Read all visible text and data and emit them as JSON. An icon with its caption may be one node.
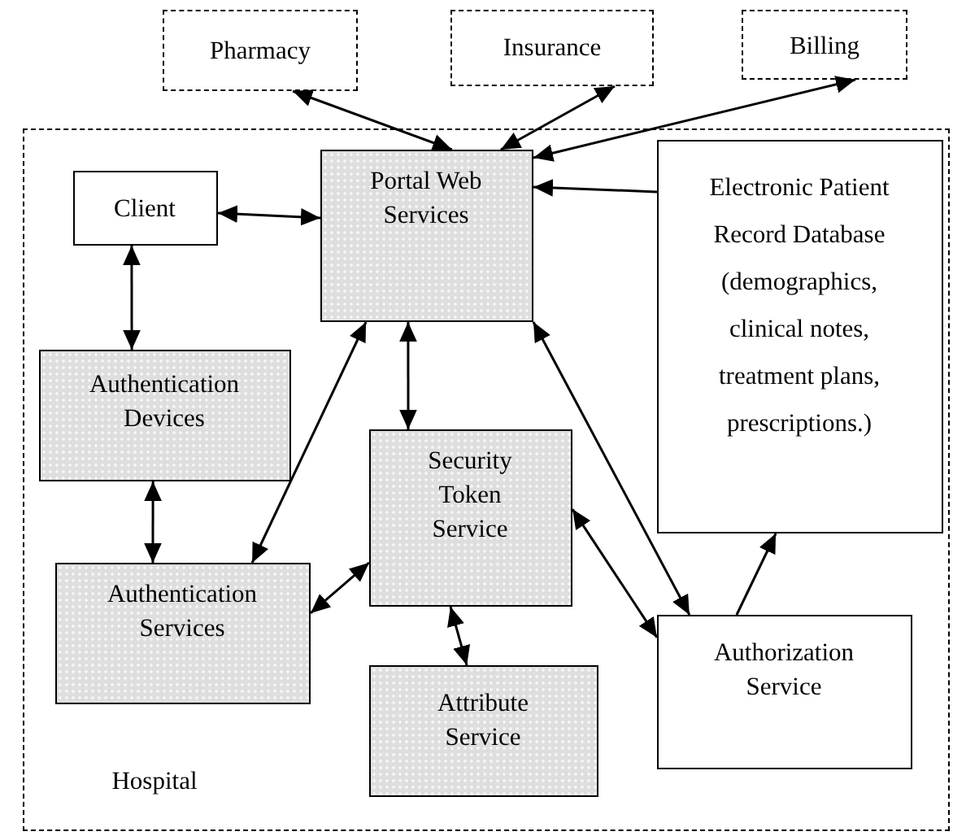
{
  "diagram": {
    "nodes": [
      {
        "text": [
          "Pharmacy"
        ]
      },
      {
        "text": [
          "Insurance"
        ]
      },
      {
        "text": [
          "Billing"
        ]
      },
      {
        "text": [
          "Hospital"
        ]
      },
      {
        "text": [
          "Client"
        ],
        "in": 3
      },
      {
        "text": [
          "Portal Web Services"
        ],
        "in": 3
      },
      {
        "text": [
          "Electronic Patient Record Database (demographics, clinical notes, treatment plans, prescriptions.)"
        ],
        "in": 3
      },
      {
        "text": [
          "Authentication Devices"
        ],
        "in": 3
      },
      {
        "text": [
          "Security Token Service"
        ],
        "in": 3
      },
      {
        "text": [
          "Authentication Services"
        ],
        "in": 3
      },
      {
        "text": [
          "Authorization Service"
        ],
        "in": 3
      },
      {
        "text": [
          "Attribute Service"
        ],
        "in": 3
      }
    ],
    "edges": [
      {
        "from": 0,
        "to": 5,
        "arrow": "both"
      },
      {
        "from": 1,
        "to": 5,
        "arrow": "both"
      },
      {
        "from": 2,
        "to": 5,
        "arrow": "both"
      },
      {
        "from": 6,
        "to": 5,
        "arrow": "to"
      },
      {
        "from": 4,
        "to": 5,
        "arrow": "both"
      },
      {
        "from": 4,
        "to": 7,
        "arrow": "both"
      },
      {
        "from": 7,
        "to": 9,
        "arrow": "both"
      },
      {
        "from": 5,
        "to": 9,
        "arrow": "both"
      },
      {
        "from": 5,
        "to": 8,
        "arrow": "both"
      },
      {
        "from": 5,
        "to": 10,
        "arrow": "both"
      },
      {
        "from": 8,
        "to": 9,
        "arrow": "both"
      },
      {
        "from": 8,
        "to": 10,
        "arrow": "both"
      },
      {
        "from": 8,
        "to": 11,
        "arrow": "both"
      },
      {
        "from": 10,
        "to": 6,
        "arrow": "to"
      }
    ]
  }
}
